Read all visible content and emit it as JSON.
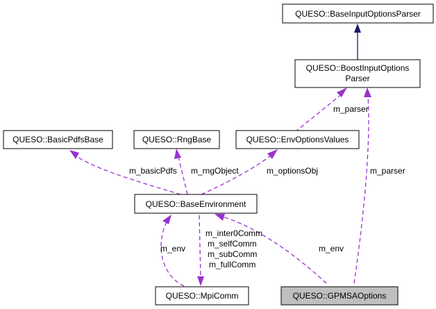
{
  "nodes": {
    "base_input_options_parser": "QUESO::BaseInputOptionsParser",
    "boost_input_options_parser_line1": "QUESO::BoostInputOptions",
    "boost_input_options_parser_line2": "Parser",
    "basic_pdfs_base": "QUESO::BasicPdfsBase",
    "rng_base": "QUESO::RngBase",
    "env_options_values": "QUESO::EnvOptionsValues",
    "base_environment": "QUESO::BaseEnvironment",
    "mpi_comm": "QUESO::MpiComm",
    "gpmsa_options": "QUESO::GPMSAOptions"
  },
  "edge_labels": {
    "m_parser_env_options": "m_parser",
    "m_parser_gpmsa": "m_parser",
    "m_basic_pdfs": "m_basicPdfs",
    "m_rng_object": "m_rngObject",
    "m_options_obj": "m_optionsObj",
    "m_env_gpmsa": "m_env",
    "m_env_mpi": "m_env",
    "comm_line1": "m_inter0Comm",
    "comm_line2": "m_selfComm",
    "comm_line3": "m_subComm",
    "comm_line4": "m_fullComm"
  },
  "colors": {
    "usage_edge": "#9a32cd",
    "inheritance_edge": "#191970",
    "focus_node_fill": "#bfbfbf"
  }
}
